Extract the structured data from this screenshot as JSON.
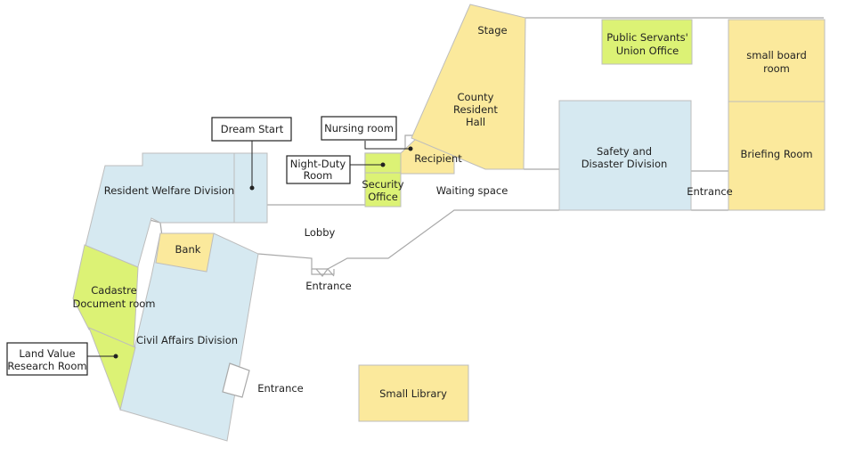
{
  "colors": {
    "blue_room": "#d6e9f1",
    "yellow_room": "#fbe99c",
    "green_room": "#dcf275",
    "room_border": "#bdbdbd",
    "outline": "#a9a9a9",
    "text": "#222222",
    "callout_border": "#222222"
  },
  "rooms": {
    "resident_welfare": "Resident Welfare Division",
    "bank": "Bank",
    "cadastre_1": "Cadastre",
    "cadastre_2": "Document room",
    "civil_affairs": "Civil Affairs Division",
    "security_1": "Security",
    "security_2": "Office",
    "recipient": "Recipient",
    "stage": "Stage",
    "county_hall_1": "County",
    "county_hall_2": "Resident",
    "county_hall_3": "Hall",
    "union_office_1": "Public Servants'",
    "union_office_2": "Union Office",
    "small_board_1": "small board",
    "small_board_2": "room",
    "briefing_room": "Briefing Room",
    "safety_1": "Safety and",
    "safety_2": "Disaster Division",
    "small_library": "Small Library"
  },
  "areas": {
    "lobby": "Lobby",
    "waiting_space": "Waiting space",
    "entrance_south": "Entrance",
    "entrance_west": "Entrance",
    "entrance_east": "Entrance"
  },
  "callouts": {
    "dream_start": "Dream Start",
    "nursing_room": "Nursing room",
    "night_duty_1": "Night-Duty",
    "night_duty_2": "Room",
    "land_value_1": "Land Value",
    "land_value_2": "Research Room"
  }
}
